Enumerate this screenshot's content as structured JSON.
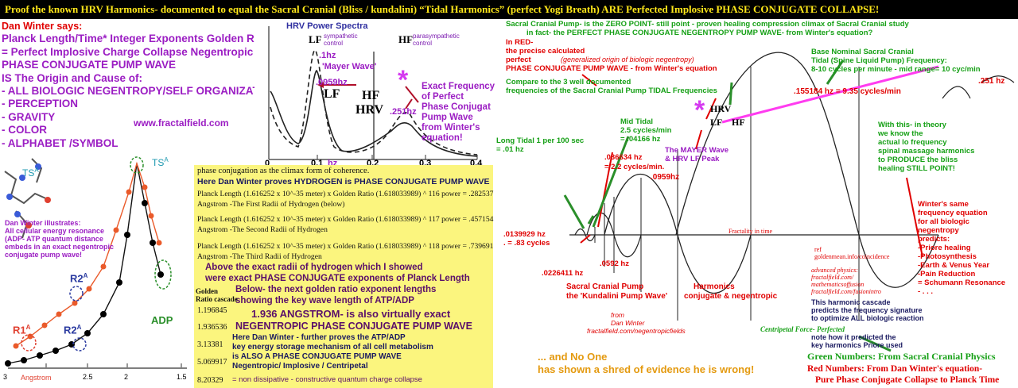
{
  "banner": "Proof the known HRV Harmonics- documented to equal the Sacral Cranial (Bliss / kundalini) “Tidal Harmonics” (perfect Yogi Breath) ARE Perfected Implosive PHASE CONJUGATE COLLAPSE!",
  "left": {
    "says": "Dan Winter says:",
    "lines": [
      "Planck Length/Time* Integer Exponents Golden Ratio",
      "= Perfect Implosive Charge Collapse Negentropic",
      "PHASE CONJUGATE PUMP WAVE",
      "IS The Origin and Cause of:",
      "- ALL BIOLOGIC NEGENTROPY/SELF ORGANIZATION",
      "- PERCEPTION",
      "- GRAVITY",
      "- COLOR",
      "- ALPHABET /SYMBOL"
    ],
    "url": "www.fractalfield.com"
  },
  "hrv": {
    "title": "HRV Power Spectra",
    "lf": "LF",
    "lf_sub": "sympathetic control",
    "hf": "HF",
    "hf_sub": "parasympathetic control",
    "v1hz": ".1hz",
    "mayer": "'Mayer Wave'",
    "v0959": ".0959hz",
    "lf2": "LF",
    "hf2": "HF",
    "hrv": "HRV",
    "v251": ".251hz",
    "x_ticks": [
      "0",
      "0.1",
      "0.2",
      "0.3",
      "0.4"
    ],
    "x_sub": "hz",
    "exact": [
      "Exact Frequency",
      "of Perfect",
      "Phase Conjugat",
      "Pump Wave",
      "from Winter's",
      "equation!"
    ]
  },
  "adp": {
    "ts1": "TS",
    "ts1s": "A",
    "ts2": "TS",
    "ts2s": "A",
    "illus": [
      "Dan Winter illustrates:",
      "All cellular energy resonance",
      "(ADP- ATP quantum distance",
      "embeds in an exact negentropic",
      "conjugate pump wave!"
    ],
    "r2": "R2",
    "r2s": "A",
    "r2b": "R2",
    "r2bs": "A",
    "r1": "R1",
    "r1s": "A",
    "adp": "ADP",
    "ticks": [
      "3",
      "2.5",
      "2",
      "1.5"
    ],
    "unit": "Angstrom"
  },
  "yellow": {
    "l0": "phase conjugation as the climax form of coherence.",
    "l1": "Here Dan Winter proves HYDROGEN is PHASE CONJUGATE PUMP WAVE",
    "l2": "Planck Length (1.616252 x 10^-35 meter) x Golden Ratio (1.618033989) ^ 116 power = .282537",
    "l3": "Angstrom -The First Radii of Hydrogen (below)",
    "l4": "Planck Length (1.616252 x 10^-35 meter) x Golden Ratio (1.618033989) ^ 117 power = .457154",
    "l5": "Angstrom -The Second Radii of Hydrogen",
    "l6": "Planck Length (1.616252 x 10^-35 meter) x Golden Ratio (1.618033989) ^ 118 power = .739691",
    "l7": "Angstrom -The Third Radii of Hydrogen",
    "b1": "Above the exact radii of hydrogen which I showed",
    "b2": "were exact PHASE CONJUGATE exponents of Planck Length",
    "b3": "Below- the next golden ratio exponent lengths",
    "b4": "showing the key wave length of ATP/ADP",
    "b5": "1.936 ANGSTROM- is also virtually exact",
    "b6": "NEGENTROPIC PHASE CONJUGATE PUMP WAVE",
    "cas_title1": "Golden",
    "cas_title2": "Ratio cascade",
    "cascade": [
      "1.196845",
      "1.936536",
      "3.13381",
      "5.069917",
      "8.20329"
    ],
    "c1": "Here Dan Winter - further proves the ATP/ADP",
    "c2": "key energy storage mechanism of all cell metabolism",
    "c3": "is ALSO A PHASE CONJUGATE PUMP WAVE",
    "c4": "Negentropic/ Implosive / Centripetal",
    "c5": "= non dissipative - constructive quantum charge collapse"
  },
  "right": {
    "sacral": [
      "Sacral Cranial Pump- is the ZERO POINT- still point - proven healing compression climax of Sacral Cranial study",
      "in fact- the PERFECT PHASE CONJUGATE NEGENTROPY PUMP WAVE- from Winter's  equation?"
    ],
    "inred": [
      "In RED-",
      "the precise calculated",
      "perfect",
      "PHASE CONJUGATE PUMP WAVE - from Winter's equation"
    ],
    "generalized": "(generalized origin of biologic negentropy)",
    "compare": [
      "Compare to the 3 well documented",
      "frequencies of the Sacral Cranial Pump TIDAL Frequencies"
    ],
    "base": [
      "Base Nominal Sacral Cranial",
      "Tidal (Spine Liquid Pump) Frequency:",
      "8-10 cycles per minute - mid range= 10 cyc/min"
    ],
    "v251": ".251 hz",
    "v155": ".155184 hz = 9.35 cycles/min",
    "hrv": "HRV",
    "lf": "LF",
    "hf": "HF",
    "long": [
      "Long Tidal 1 per 100 sec",
      "= .01 hz"
    ],
    "mid": [
      "Mid Tidal",
      "2.5 cycles/min",
      "= .04166 hz"
    ],
    "v036": [
      ".036634 hz",
      "= 2.2 cycles/min."
    ],
    "mayer": [
      "The MAYER Wave",
      "& HRV LF Peak"
    ],
    "v0959": ".0959hz",
    "theory": [
      "With this- in theory",
      "we know the",
      "actual lo frequency",
      "spinal massage harmonics",
      "to PRODUCE the bliss",
      "healing STILL POINT!"
    ],
    "v0139": [
      ".0139929 hz",
      ". = .83 cycles"
    ],
    "v0226": ".0226411 hz",
    "v0592": ".0592 hz",
    "fractality": "Fractality in time",
    "same": [
      "Winter's same",
      "frequency equation",
      "for all biologic",
      "negentropy",
      "predicts:",
      "-Priore healing",
      "-Photosynthesis",
      "-Earth & Venus Year",
      "-Pain Reduction",
      "= Schumann Resonance",
      "- . . ."
    ],
    "ref1": [
      "ref",
      "goldenmean.info/coincidence"
    ],
    "ref2": [
      "advanced physics:",
      "fractalfield.com/",
      "mathematicsoffusion"
    ],
    "ref3": [
      "fractalfield.com/fusionintro"
    ],
    "pumplabel": [
      "Sacral Cranial Pump",
      "the 'Kundalini Pump Wave'"
    ],
    "harmonics": [
      "Harmonics",
      "conjugate & negentropic"
    ],
    "from": [
      "from",
      "Dan Winter",
      "fractalfield.com/negentropicfields"
    ],
    "cascade": [
      "This harmonic cascade",
      "predicts the frequency signature",
      "to optimize ALL biologic reaction"
    ],
    "centripetal": "Centripetal Force- Perfected",
    "note": [
      "note how it predicted the",
      "key harmonics Priore used"
    ],
    "noone": [
      "... and No One",
      "has shown a shred of evidence he is wrong!"
    ],
    "green_num": "Green Numbers: From Sacral Cranial Physics",
    "red_num": [
      "Red Numbers: From Dan Winter's equation-",
      "Pure Phase Conjugate Collapse to Planck Time"
    ]
  }
}
